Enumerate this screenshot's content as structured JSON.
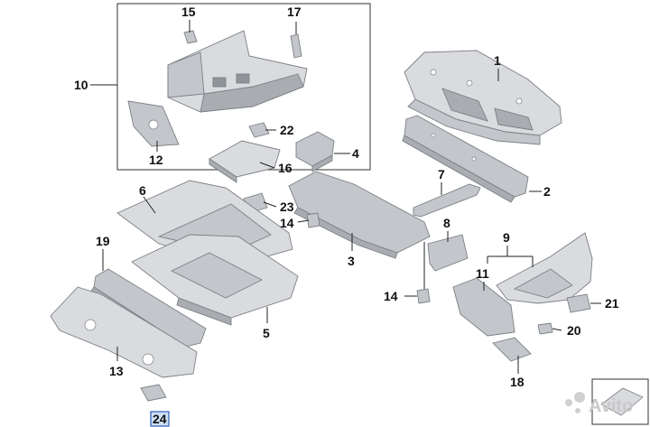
{
  "callouts": [
    {
      "id": "1",
      "text": "1"
    },
    {
      "id": "2",
      "text": "2"
    },
    {
      "id": "3",
      "text": "3"
    },
    {
      "id": "4",
      "text": "4"
    },
    {
      "id": "5",
      "text": "5"
    },
    {
      "id": "6",
      "text": "6"
    },
    {
      "id": "7",
      "text": "7"
    },
    {
      "id": "8",
      "text": "8"
    },
    {
      "id": "9",
      "text": "9"
    },
    {
      "id": "10",
      "text": "10"
    },
    {
      "id": "11",
      "text": "11"
    },
    {
      "id": "12",
      "text": "12"
    },
    {
      "id": "13",
      "text": "13"
    },
    {
      "id": "14a",
      "text": "14"
    },
    {
      "id": "14b",
      "text": "14"
    },
    {
      "id": "15",
      "text": "15"
    },
    {
      "id": "16",
      "text": "16"
    },
    {
      "id": "17",
      "text": "17"
    },
    {
      "id": "18",
      "text": "18"
    },
    {
      "id": "19",
      "text": "19"
    },
    {
      "id": "20",
      "text": "20"
    },
    {
      "id": "21",
      "text": "21"
    },
    {
      "id": "22",
      "text": "22"
    },
    {
      "id": "23",
      "text": "23"
    },
    {
      "id": "24",
      "text": "24"
    }
  ],
  "highlighted_callout": "24",
  "watermark": {
    "text": "Avito"
  },
  "colors": {
    "part_light": "#d9dbde",
    "part_mid": "#c3c6ca",
    "part_dark": "#a9adb2",
    "outline": "#7c7f84",
    "highlight_fill": "#cfe0f7",
    "highlight_stroke": "#2b5fb8"
  }
}
